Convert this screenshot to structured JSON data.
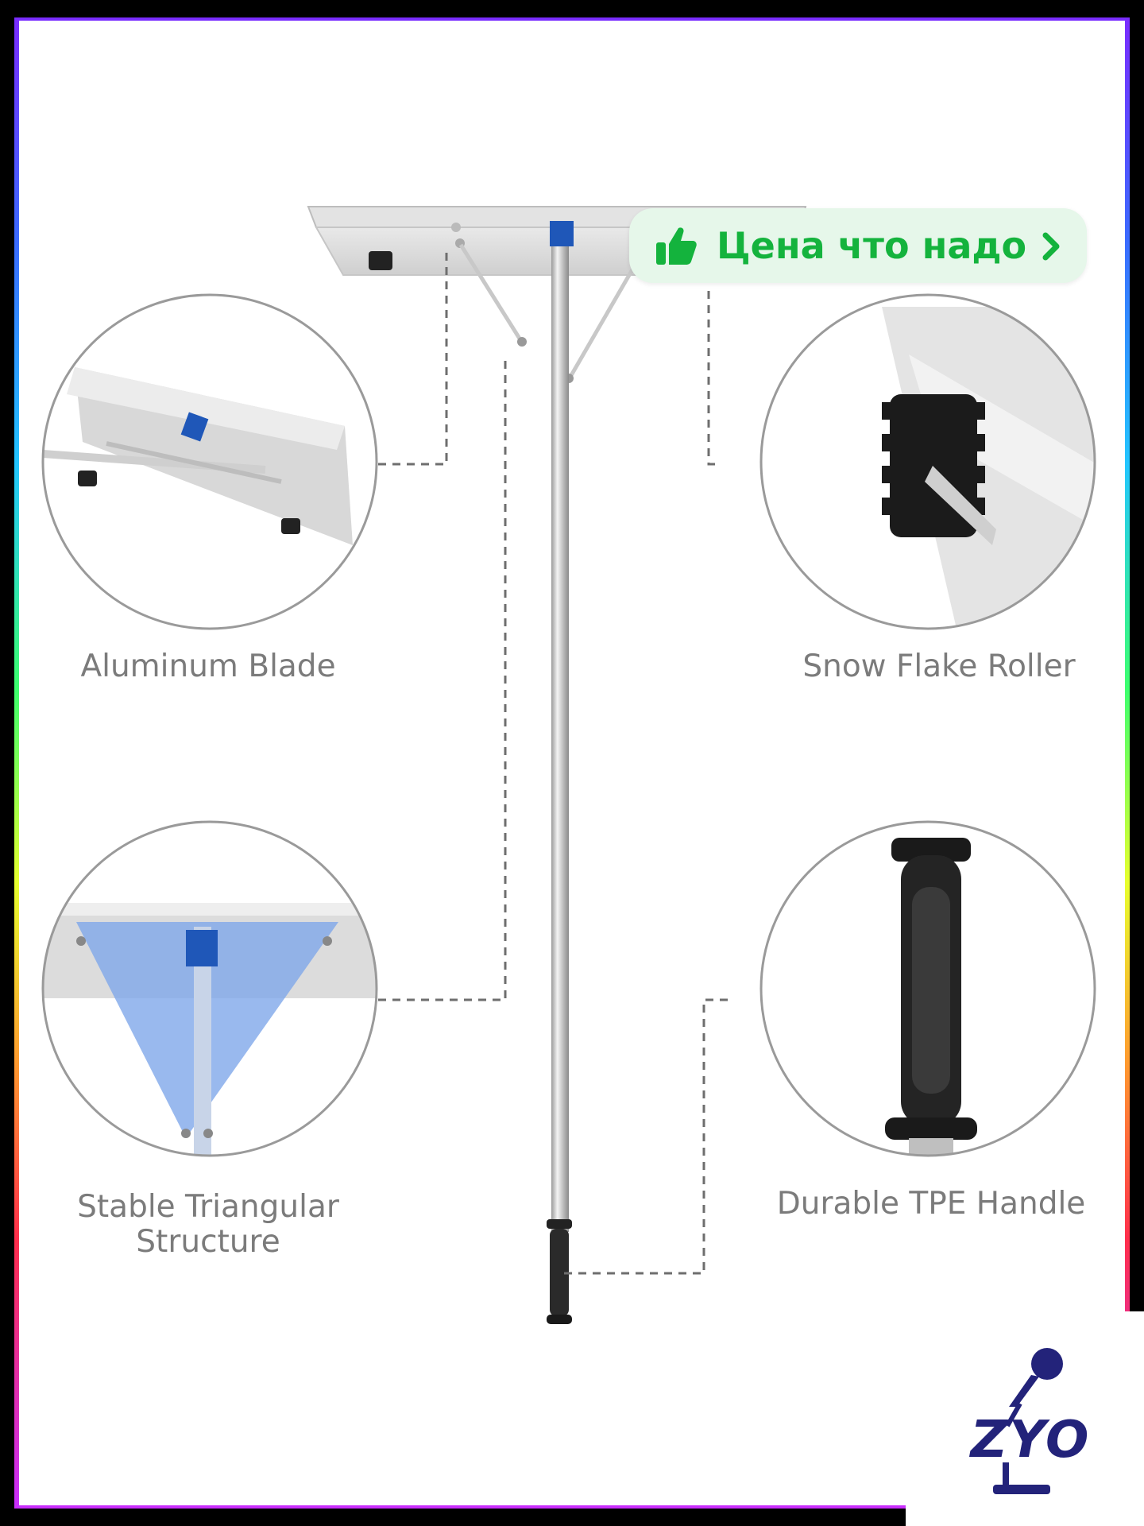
{
  "badge": {
    "text": "Цена что надо",
    "color": "#14b33d",
    "background": "#e6f7ea",
    "icon": "thumbs-up-icon",
    "chevron": "chevron-right-icon"
  },
  "features": {
    "blade": "Aluminum Blade",
    "roller": "Snow Flake Roller",
    "structure_line1": "Stable Triangular",
    "structure_line2": "Structure",
    "handle": "Durable TPE Handle"
  },
  "logo": {
    "text": "ZYO",
    "color": "#23237a"
  },
  "colors": {
    "accent_blue": "#1f57b8",
    "triangle_fill": "#7fa8ea",
    "label_gray": "#7b7b7b"
  }
}
